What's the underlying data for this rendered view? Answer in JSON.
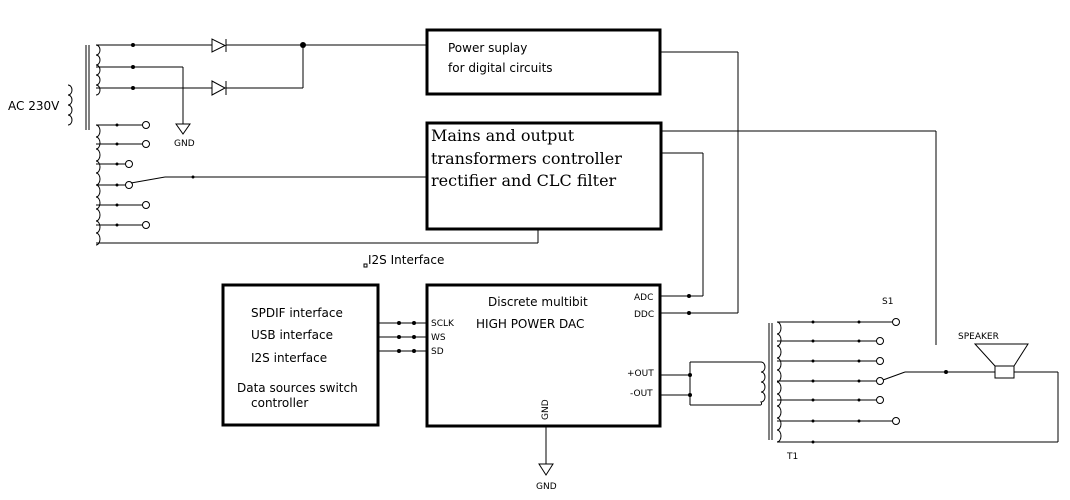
{
  "labels": {
    "ac_input": "AC 230V",
    "gnd_transformer": "GND",
    "gnd_dac": "GND",
    "i2s_interface": "I2S Interface",
    "s1": "S1",
    "speaker": "SPEAKER",
    "t1": "T1"
  },
  "blocks": {
    "power_supply": {
      "lines": [
        "Power suplay",
        "for digital circuits"
      ]
    },
    "mains_controller": {
      "lines": [
        "Mains and output",
        "transformers controller",
        "rectifier and CLC filter"
      ]
    },
    "sources": {
      "lines": [
        "SPDIF interface",
        "USB interface",
        "I2S interface",
        "Data sources switch",
        "controller"
      ]
    },
    "dac": {
      "lines": [
        "Discrete multibit",
        "HIGH POWER DAC"
      ],
      "pins": {
        "sclk": "SCLK",
        "ws": "WS",
        "sd": "SD",
        "adc": "ADC",
        "ddc": "DDC",
        "plus_out": "+OUT",
        "minus_out": "-OUT",
        "gnd": "GND"
      }
    }
  }
}
